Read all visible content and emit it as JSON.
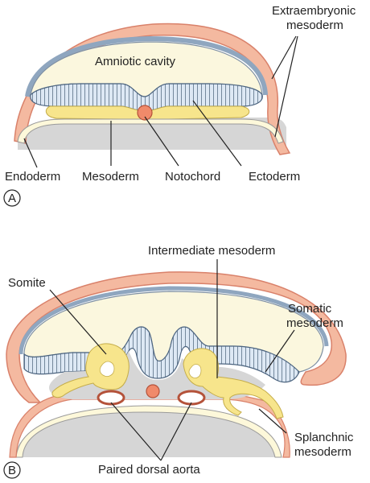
{
  "panel_a": {
    "panel_letter": "A",
    "labels": {
      "extraembryonic_line1": "Extraembryonic",
      "extraembryonic_line2": "mesoderm",
      "amniotic_cavity": "Amniotic cavity",
      "endoderm": "Endoderm",
      "mesoderm": "Mesoderm",
      "notochord": "Notochord",
      "ectoderm": "Ectoderm"
    }
  },
  "panel_b": {
    "panel_letter": "B",
    "labels": {
      "intermediate_mesoderm": "Intermediate mesoderm",
      "somite": "Somite",
      "somatic_line1": "Somatic",
      "somatic_line2": "mesoderm",
      "splanchnic_line1": "Splanchnic",
      "splanchnic_line2": "mesoderm",
      "paired_dorsal_aorta": "Paired dorsal aorta"
    }
  },
  "colors": {
    "outer_salmon": "#f4b9a0",
    "outer_stroke": "#d9816a",
    "amnion_cream": "#fbf7de",
    "ectoderm_blue": "#dbe6f2",
    "mesoderm_yellow": "#f7e58c",
    "yolk_grey": "#d4d4d4",
    "notochord": "#f08a6a"
  }
}
